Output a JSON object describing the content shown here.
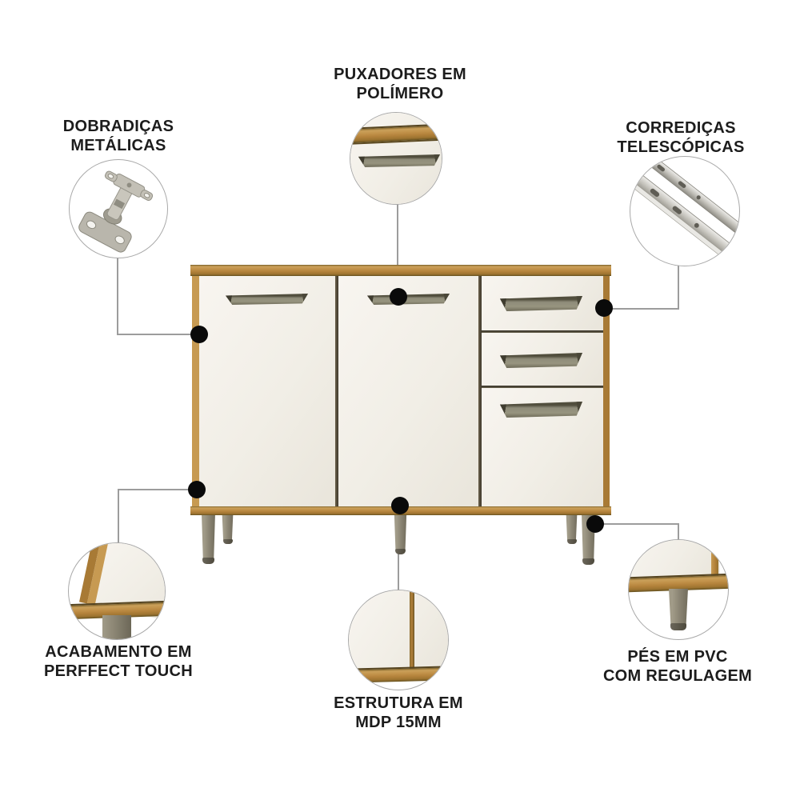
{
  "diagram_title": "Cabinet feature callout diagram",
  "callouts": {
    "handles": {
      "line1": "PUXADORES EM",
      "line2": "POLÍMERO"
    },
    "hinges": {
      "line1": "DOBRADIÇAS",
      "line2": "METÁLICAS"
    },
    "slides": {
      "line1": "CORREDIÇAS",
      "line2": "TELESCÓPICAS"
    },
    "finish": {
      "line1": "ACABAMENTO EM",
      "line2": "PERFFECT TOUCH"
    },
    "structure": {
      "line1": "ESTRUTURA EM",
      "line2": "MDP 15MM"
    },
    "feet": {
      "line1": "PÉS EM PVC",
      "line2": "COM REGULAGEM"
    }
  },
  "icons": {
    "hinge": "hinge-icon",
    "slides": "telescopic-slide-icon",
    "handle_detail": "recessed-handle-detail",
    "finish_detail": "edge-finish-detail",
    "structure_detail": "mdp-panel-detail",
    "foot_detail": "adjustable-foot-detail"
  },
  "colors": {
    "background": "#ffffff",
    "wood": "#b2813a",
    "wood_light": "#caa05a",
    "wood_dark": "#63501f",
    "door_white": "#f1eee6",
    "handle_olive": "#8f8c7a",
    "leg_gray": "#8a8473",
    "foot_dark": "#4e4a3d",
    "label_text": "#1c1c1c",
    "callout_line": "#9c9c9c",
    "dot_black": "#0a0a0a",
    "metal": "#c2c0b9"
  }
}
